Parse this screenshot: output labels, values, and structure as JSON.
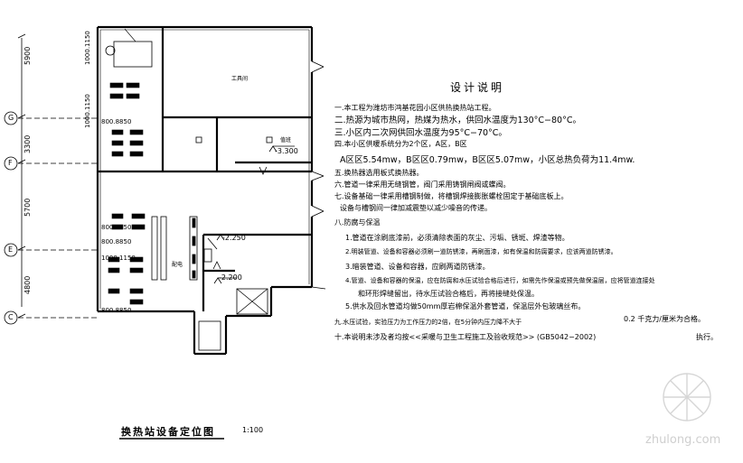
{
  "drawing_title": "换热站设备定位图",
  "scale": "1:100",
  "axis_labels": [
    "G",
    "F",
    "E",
    "C"
  ],
  "dimensions_left": [
    "5900",
    "3300",
    "5700",
    "4800"
  ],
  "room_labels": {
    "large_room": "工具间",
    "small_room": "值班",
    "electrical": "配电"
  },
  "elevations": [
    "-3.300",
    "-2.250",
    "-2.200"
  ],
  "equipment_tags": [
    "800.8850",
    "1000.1150",
    "800.8850",
    "1000.1150",
    "1000.1150",
    "800.8850",
    "800.8850"
  ],
  "notes": {
    "heading": "设计说明",
    "lines": [
      "一.本工程为潍坊市鸿基花园小区供热换热站工程。",
      "二.热源为城市热网，热媒为热水，供回水温度为130°C−80°C。",
      "三.小区内二次网供回水温度为95°C−70°C。",
      "四.本小区供暖系统分为2个区，A区，B区",
      "A区区5.54mw，B区区0.79mw，B区区5.07mw，小区总热负荷为11.4mw.",
      "五.换热器选用板式换热器。",
      "六.管道一律采用无缝钢管，阀门采用铸钢闸阀或蝶阀。",
      "七.设备基础一律采用槽钢制做，将槽钢焊接膨胀螺栓固定于基础底板上。",
      "设备与槽钢间一律加减震垫以减少噪音的传递。",
      "八.防腐与保温",
      "1.管道在涂刷底漆前，必须清除表面的灰尘、污垢、锈斑、焊渣等物。",
      "2.明装管道、设备和容器必须刷一道防锈漆，再刷面漆，如有保温和防腐要求，应该两道防锈漆。",
      "3.暗装管道、设备和容器，应刷两道防锈漆。",
      "4.管道、设备和容器的保温，应在防腐和水压试验合格后进行，如需先作保温或预先做保温层，应将管道连接处",
      "和环形焊缝留出，待水压试验合格后，再将接缝处保温。",
      "5.供水及回水管道均做50mm厚岩棉保温外套管道，保温层外包玻璃丝布。",
      "九.水压试验，实验压力为工作压力的2倍，在5分钟内压力降不大于",
      "十.本说明未涉及者均按<<采暖与卫生工程施工及验收规范>> (GB5042−2002)",
      "0.2 千克力/厘米为合格。",
      "执行。"
    ]
  },
  "watermark": "zhulong.com"
}
